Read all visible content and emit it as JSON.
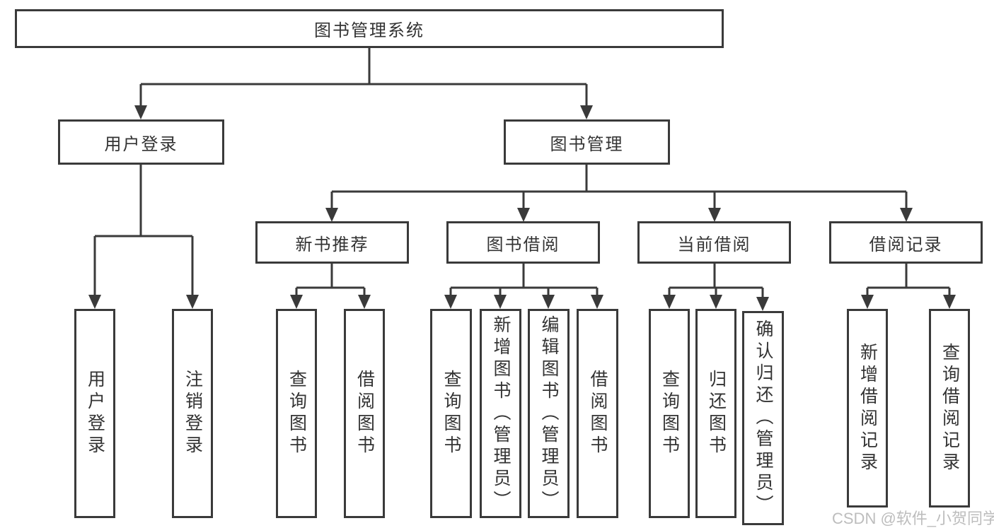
{
  "diagram": {
    "root": {
      "label": "图书管理系统"
    },
    "level2": {
      "user_login": {
        "label": "用户登录"
      },
      "book_management": {
        "label": "图书管理"
      }
    },
    "level3": {
      "new_book_recommend": {
        "label": "新书推荐"
      },
      "book_borrow": {
        "label": "图书借阅"
      },
      "current_borrow": {
        "label": "当前借阅"
      },
      "borrow_records": {
        "label": "借阅记录"
      }
    },
    "leaves": {
      "user_login_leaf": {
        "label": "用户登录"
      },
      "logout_leaf": {
        "label": "注销登录"
      },
      "recommend_query_books": {
        "label": "查询图书"
      },
      "recommend_borrow_books": {
        "label": "借阅图书"
      },
      "borrow_query_books": {
        "label": "查询图书"
      },
      "borrow_add_books": {
        "label": "新增图书（管理员）"
      },
      "borrow_edit_books": {
        "label": "编辑图书（管理员）"
      },
      "borrow_borrow_books": {
        "label": "借阅图书"
      },
      "current_query_books": {
        "label": "查询图书"
      },
      "current_return_books": {
        "label": "归还图书"
      },
      "current_confirm_return": {
        "label": "确认归还（管理员）"
      },
      "records_add_record": {
        "label": "新增借阅记录"
      },
      "records_query_record": {
        "label": "查询借阅记录"
      }
    }
  },
  "watermark": {
    "text": "CSDN @软件_小贺同学"
  },
  "colors": {
    "line": "#3a3a3a",
    "text": "#333333",
    "watermark": "#bdbdbd",
    "background": "#ffffff"
  }
}
